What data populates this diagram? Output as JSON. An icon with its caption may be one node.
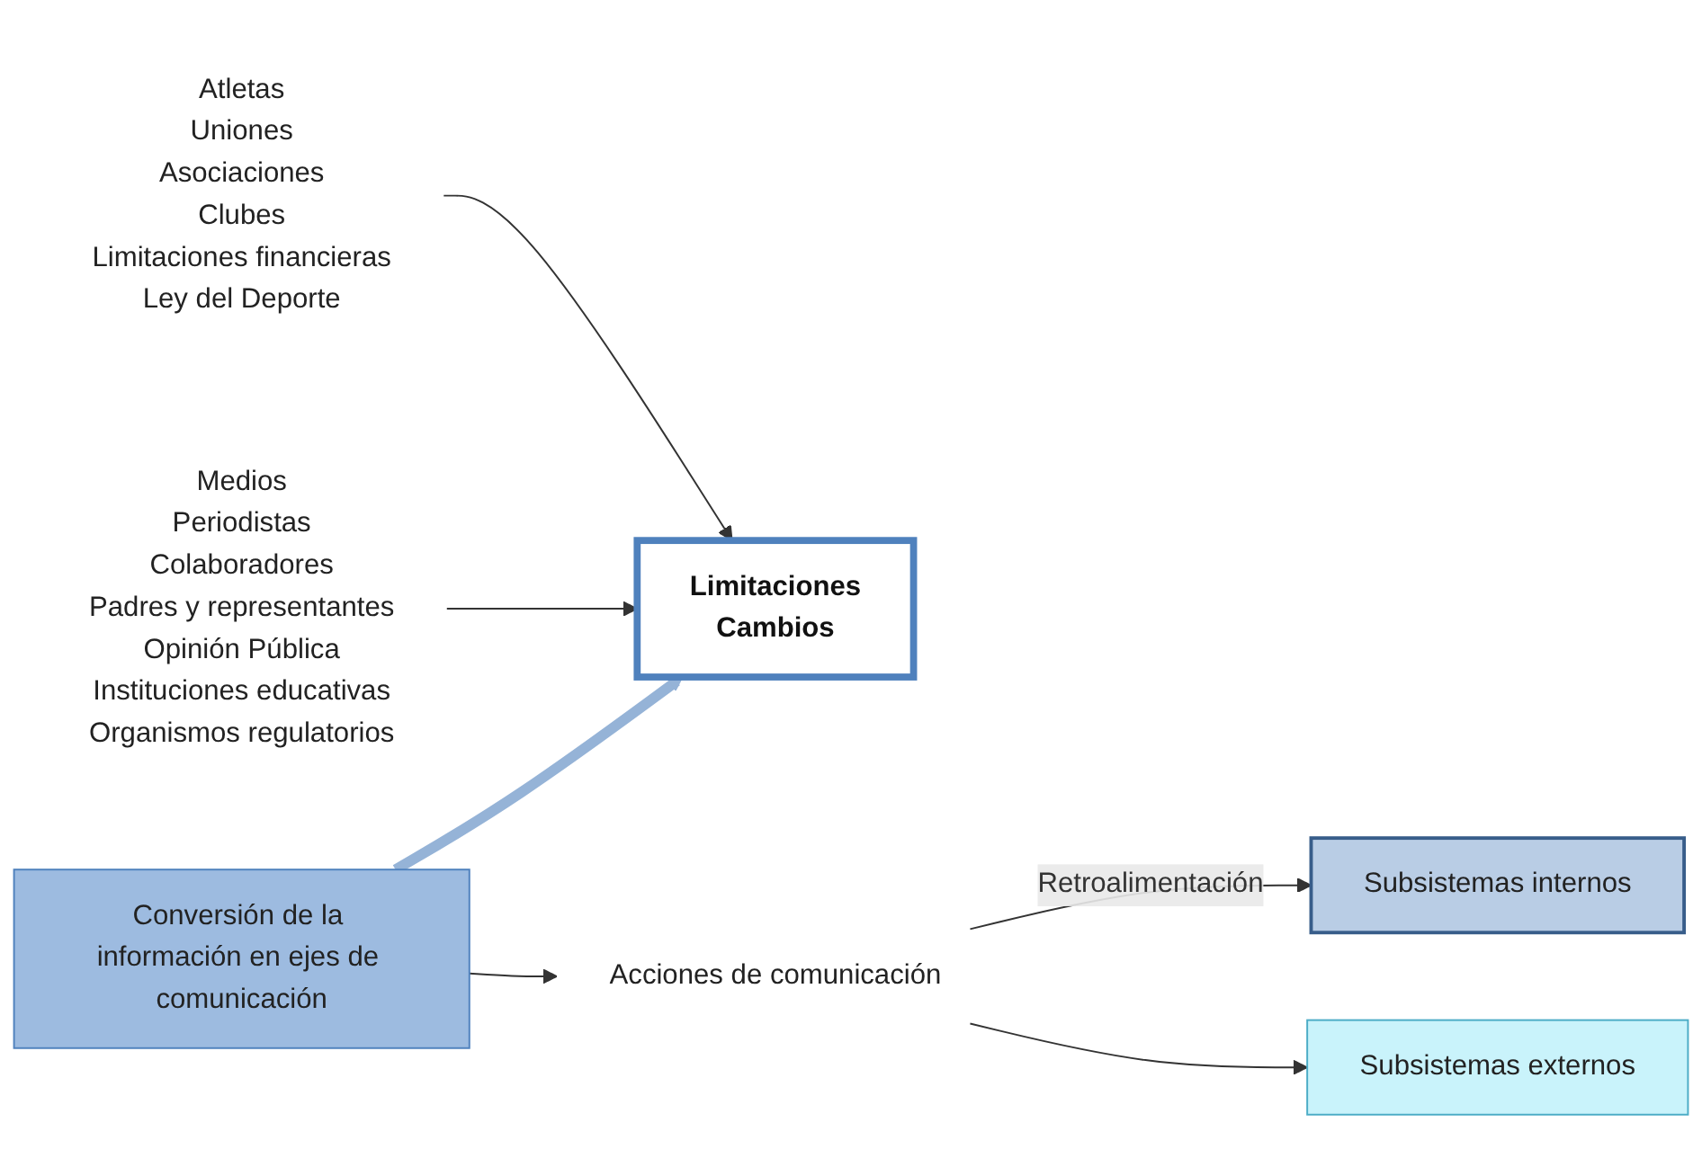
{
  "diagram": {
    "nodes": [
      {
        "text": [
          "Subsistemas internos"
        ]
      },
      {
        "text": [
          "Atletas",
          "Uniones",
          "Asociaciones",
          "Clubes",
          "Limitaciones financieras",
          "Ley del Deporte"
        ]
      },
      {
        "text": [
          "Subsistemas externos"
        ]
      },
      {
        "text": [
          "Medios",
          "Periodistas",
          "Colaboradores",
          "Padres y representantes",
          "Opinión Pública",
          "Instituciones educativas",
          "Organismos regulatorios"
        ]
      },
      {
        "text": [
          "Limitaciones",
          "Cambios"
        ]
      },
      {
        "text": [
          "Conversión de la información en ejes de comunicación"
        ]
      },
      {
        "text": [
          "Acciones de comunicación"
        ]
      }
    ],
    "edges": [
      {
        "from": 1,
        "to": 4,
        "arrow": "to"
      },
      {
        "from": 3,
        "to": 4,
        "arrow": "to"
      },
      {
        "from": 5,
        "to": 4,
        "arrow": "to",
        "style": "thick",
        "color": "#95b3d7"
      },
      {
        "from": 5,
        "to": 6,
        "arrow": "to"
      },
      {
        "from": 6,
        "to": 0,
        "arrow": "to",
        "label": "Retroalimentación"
      },
      {
        "from": 6,
        "to": 2,
        "arrow": "to"
      }
    ]
  }
}
